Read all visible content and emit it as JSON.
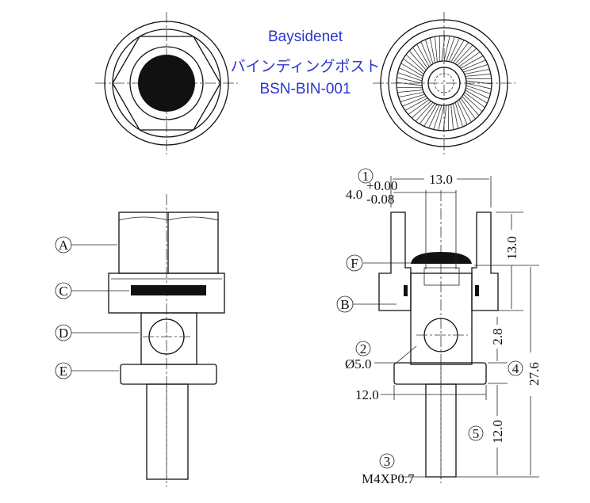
{
  "title": {
    "brand": "Baysidenet",
    "product": "バインディングポスト",
    "model": "BSN-BIN-001",
    "color": "#2d35d0"
  },
  "left_labels": {
    "a": "A",
    "c": "C",
    "d": "D",
    "e": "E"
  },
  "right_labels": {
    "f": "F",
    "b": "B"
  },
  "callouts": {
    "n1": "1",
    "n2": "2",
    "n3": "3",
    "n4": "4",
    "n5": "5"
  },
  "dimensions": {
    "cap_width": "13.0",
    "hole_dia": "4.0",
    "hole_tol_upper": "+0.00",
    "hole_tol_lower": "-0.08",
    "cap_height": "13.0",
    "ball_offset": "2.8",
    "total_length": "27.6",
    "ball_hole_dia": "Ø5.0",
    "washer_dia": "12.0",
    "bolt_length": "12.0",
    "thread_spec": "M4XP0.7"
  }
}
